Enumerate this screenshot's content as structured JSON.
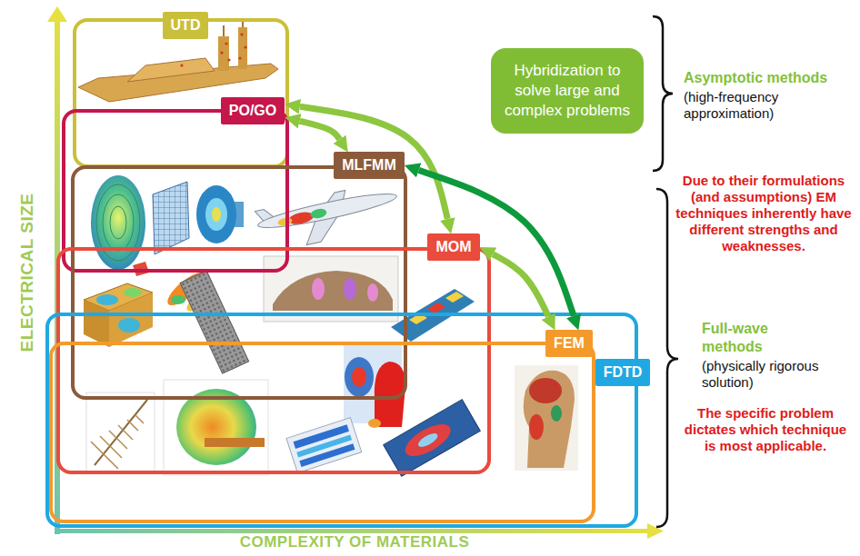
{
  "diagram": {
    "nodes": [
      {
        "text": [
          "UTD"
        ]
      },
      {
        "text": [
          "PO/GO"
        ]
      },
      {
        "text": [
          "MLFMM"
        ]
      },
      {
        "text": [
          "MOM"
        ]
      },
      {
        "text": [
          "FEM"
        ]
      },
      {
        "text": [
          "FDTD"
        ]
      },
      {
        "text": [
          "Hybridization to solve large and complex problems"
        ]
      }
    ],
    "edges": [
      {
        "from": 1,
        "to": 2,
        "arrow": "both"
      },
      {
        "from": 1,
        "to": 3,
        "arrow": "both"
      },
      {
        "from": 2,
        "to": 4,
        "arrow": "both"
      },
      {
        "from": 3,
        "to": 4,
        "arrow": "both"
      }
    ],
    "labels": [
      "ELECTRICAL SIZE",
      "COMPLEXITY OF MATERIALS",
      "Asymptotic methods",
      "(high-frequency approximation)",
      "Due to their formulations (and assumptions) EM techniques inherently have different strengths and weaknesses.",
      "Full-wave methods",
      "(physically rigorous solution)",
      "The specific problem dictates which technique is most applicable."
    ]
  }
}
